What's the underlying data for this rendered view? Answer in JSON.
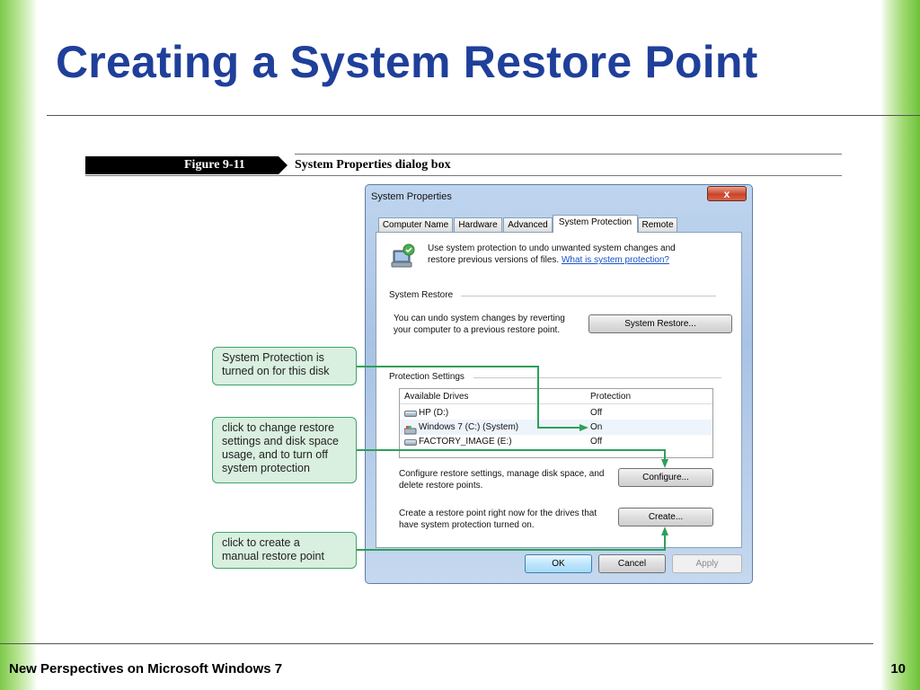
{
  "slide": {
    "title": "Creating a System Restore Point",
    "footer_left": "New Perspectives on Microsoft Windows 7",
    "page_number": "10"
  },
  "figure": {
    "number": "Figure 9-11",
    "caption": "System Properties dialog box"
  },
  "dialog": {
    "title": "System Properties",
    "close_label": "x",
    "tabs": [
      {
        "label": "Computer Name",
        "active": false
      },
      {
        "label": "Hardware",
        "active": false
      },
      {
        "label": "Advanced",
        "active": false
      },
      {
        "label": "System Protection",
        "active": true
      },
      {
        "label": "Remote",
        "active": false
      }
    ],
    "intro_line1": "Use system protection to undo unwanted system changes and",
    "intro_line2": "restore previous versions of files.",
    "intro_link": "What is system protection?",
    "restore_section": "System Restore",
    "restore_desc1": "You can undo system changes by reverting",
    "restore_desc2": "your computer to a previous restore point.",
    "restore_button": "System Restore...",
    "protection_section": "Protection Settings",
    "drives_header": "Available Drives",
    "protection_header": "Protection",
    "drives": [
      {
        "name": "HP (D:)",
        "protection": "Off",
        "icon": "drive-icon"
      },
      {
        "name": "Windows 7 (C:) (System)",
        "protection": "On",
        "icon": "system-drive-icon"
      },
      {
        "name": "FACTORY_IMAGE (E:)",
        "protection": "Off",
        "icon": "drive-icon"
      }
    ],
    "configure_desc1": "Configure restore settings, manage disk space, and",
    "configure_desc2": "delete restore points.",
    "configure_button": "Configure...",
    "create_desc1": "Create a restore point right now for the drives that",
    "create_desc2": "have system protection turned on.",
    "create_button": "Create...",
    "ok_button": "OK",
    "cancel_button": "Cancel",
    "apply_button": "Apply"
  },
  "callouts": {
    "protection_on": [
      "System Protection is",
      "turned on for this disk"
    ],
    "configure": [
      "click to change restore",
      "settings and disk space",
      "usage, and to turn off",
      "system protection"
    ],
    "create": [
      "click to create a",
      "manual restore point"
    ]
  },
  "colors": {
    "title": "#1f3f9a",
    "callout_border": "#3fa56b",
    "callout_fill": "#d9efdf",
    "arrow": "#2ea05a"
  }
}
